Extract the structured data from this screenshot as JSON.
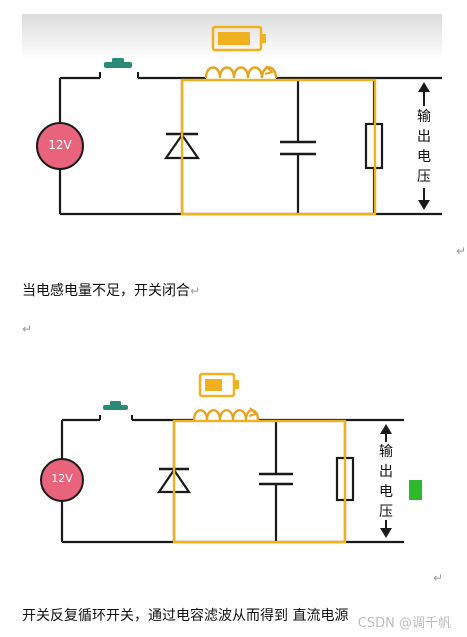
{
  "diagram1": {
    "source_label": "12V",
    "output_label_chars": [
      "输",
      "出",
      "电",
      "压"
    ]
  },
  "diagram2": {
    "source_label": "12V",
    "output_label_chars": [
      "输",
      "出",
      "电",
      "压"
    ]
  },
  "captions": {
    "caption1": "当电感电量不足，开关闭合",
    "caption2": "开关反复循环开关，通过电容滤波从而得到",
    "caption2_tail": "直流电源"
  },
  "return_mark": "↵",
  "watermark": "CSDN @调千帆",
  "colors": {
    "wire": "#1a1a1a",
    "loop_highlight": "#f0b020",
    "source_fill": "#e9637d",
    "switch": "#2a8a77",
    "battery": "#f0b020",
    "status_indicator": "#2db82d",
    "header_gradient": "#e6e6e6"
  }
}
